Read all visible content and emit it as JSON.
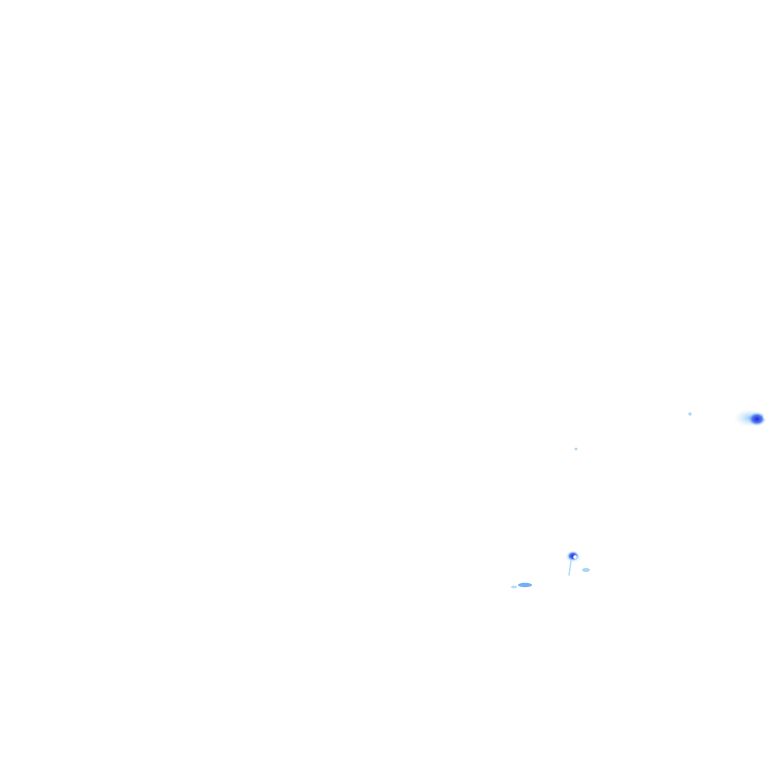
{
  "map": {
    "background_color": "#ffffff",
    "palette": {
      "light": "#9fd3f5",
      "mid": "#5aa0f0",
      "strong": "#2f5ef0",
      "core": "#2a1fe0",
      "center": "#ffffff"
    },
    "features": [
      {
        "id": "cell-east-edge",
        "intensity": "strong",
        "shape": "cluster"
      },
      {
        "id": "cell-south-center",
        "intensity": "strong",
        "shape": "cluster"
      },
      {
        "id": "fleck-south-left",
        "intensity": "mid",
        "shape": "streak"
      },
      {
        "id": "fleck-south-right",
        "intensity": "light",
        "shape": "dot"
      },
      {
        "id": "speck-east",
        "intensity": "light",
        "shape": "dot"
      },
      {
        "id": "speck-middle",
        "intensity": "light",
        "shape": "dot"
      }
    ]
  }
}
